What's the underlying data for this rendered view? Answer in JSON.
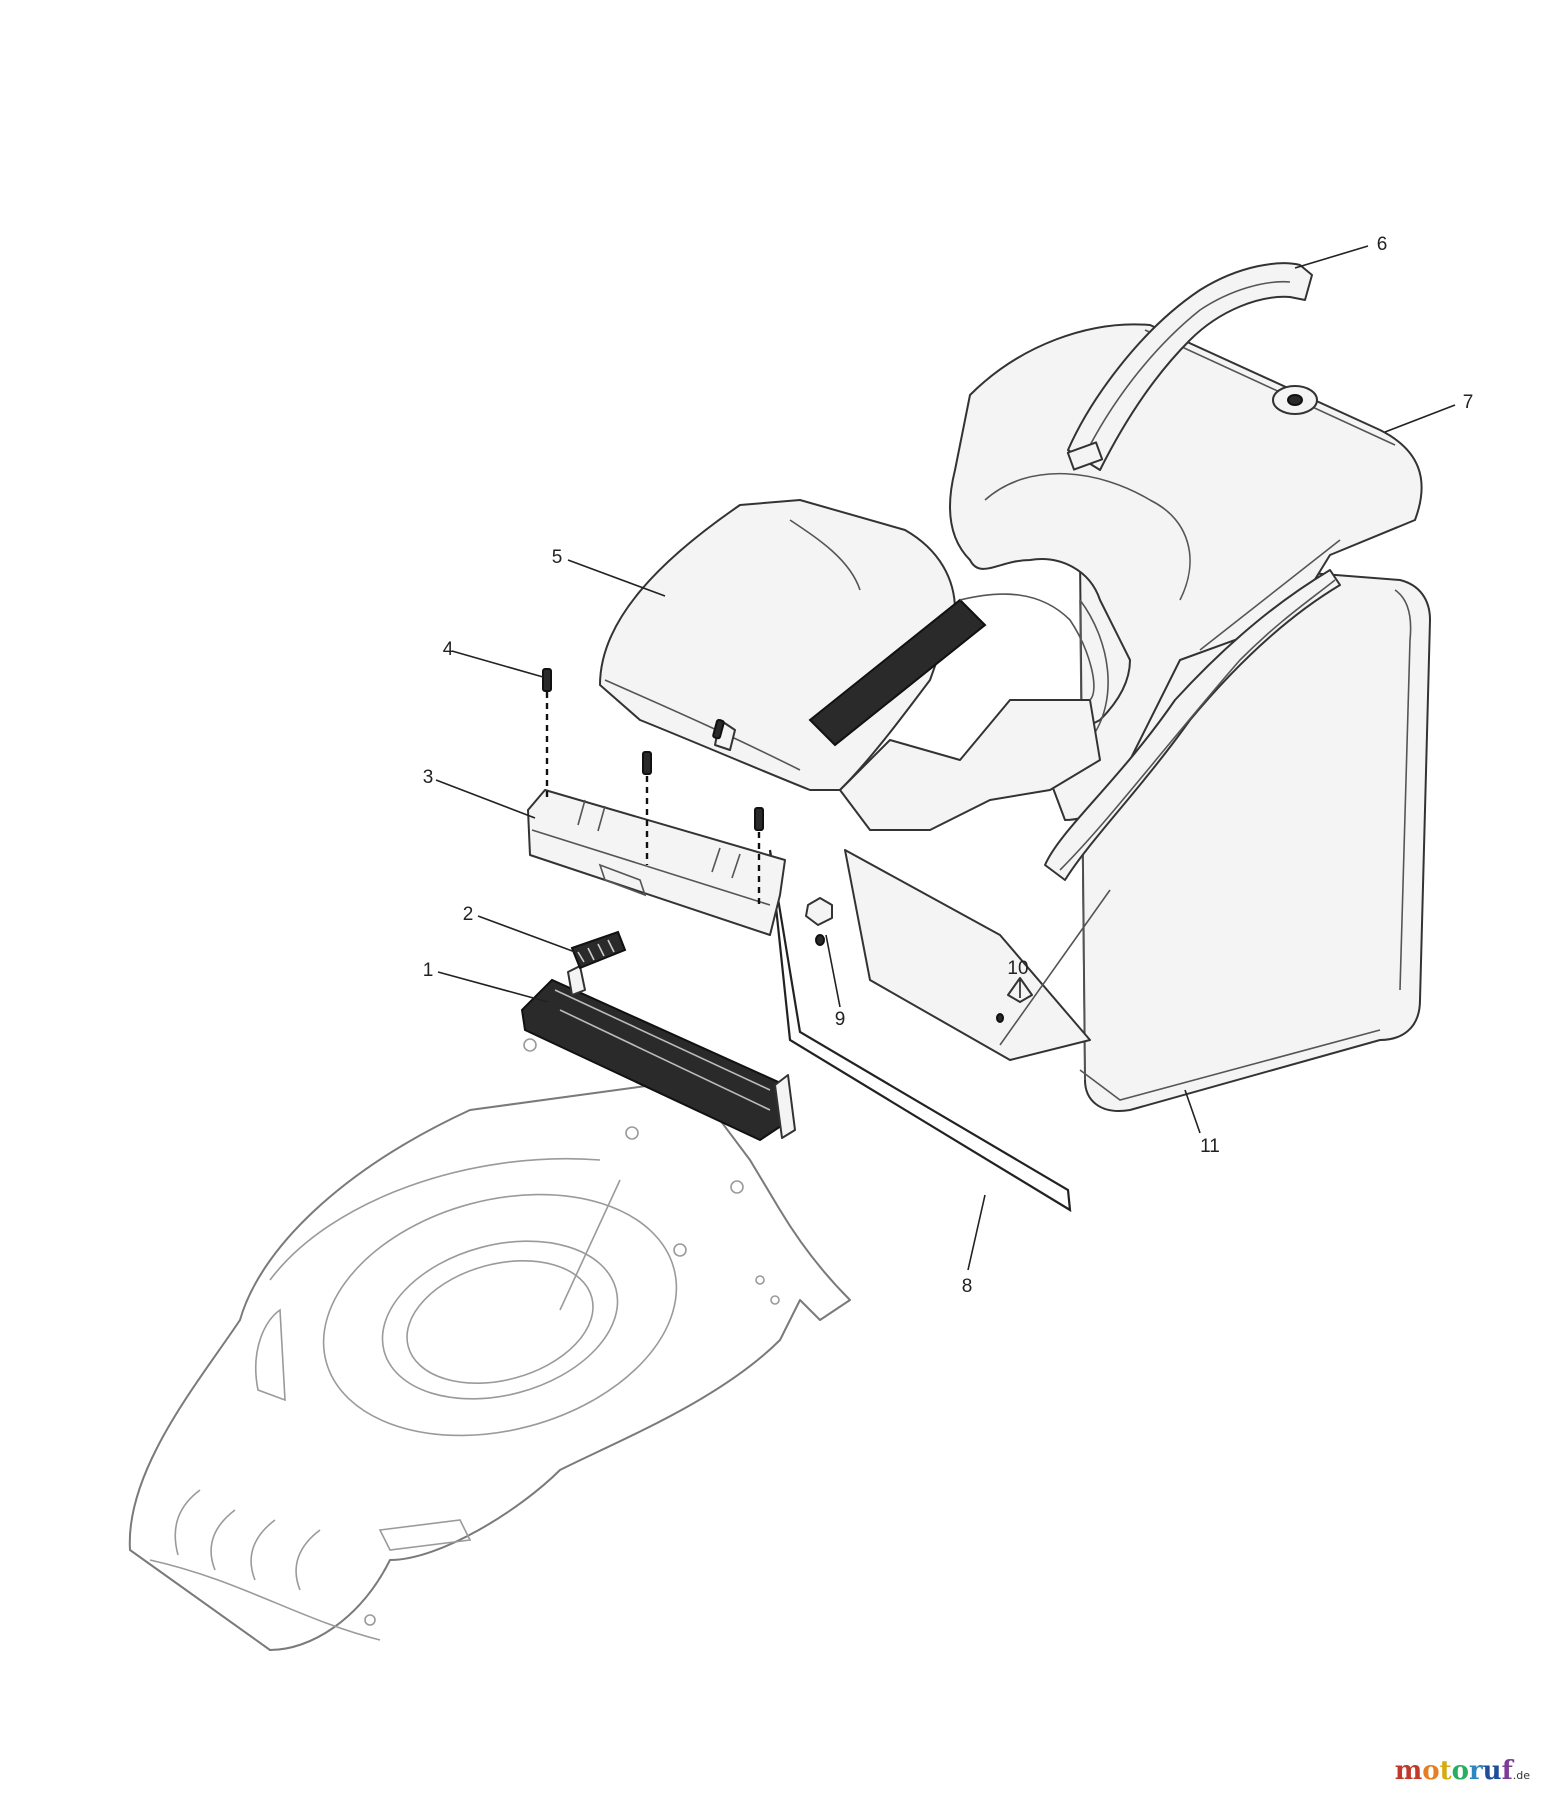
{
  "diagram": {
    "callouts": [
      {
        "id": "1",
        "label": "1"
      },
      {
        "id": "2",
        "label": "2"
      },
      {
        "id": "3",
        "label": "3"
      },
      {
        "id": "4",
        "label": "4"
      },
      {
        "id": "5",
        "label": "5"
      },
      {
        "id": "6",
        "label": "6"
      },
      {
        "id": "7",
        "label": "7"
      },
      {
        "id": "8",
        "label": "8"
      },
      {
        "id": "9",
        "label": "9"
      },
      {
        "id": "10",
        "label": "10"
      },
      {
        "id": "11",
        "label": "11"
      }
    ]
  },
  "watermark": {
    "letters": [
      {
        "char": "m",
        "color": "#c0392b"
      },
      {
        "char": "o",
        "color": "#e67e22"
      },
      {
        "char": "t",
        "color": "#d4ac0d"
      },
      {
        "char": "o",
        "color": "#27ae60"
      },
      {
        "char": "r",
        "color": "#2e86c1"
      },
      {
        "char": "u",
        "color": "#1f4e9b"
      },
      {
        "char": "f",
        "color": "#7d3c98"
      }
    ],
    "suffix": ".de"
  }
}
